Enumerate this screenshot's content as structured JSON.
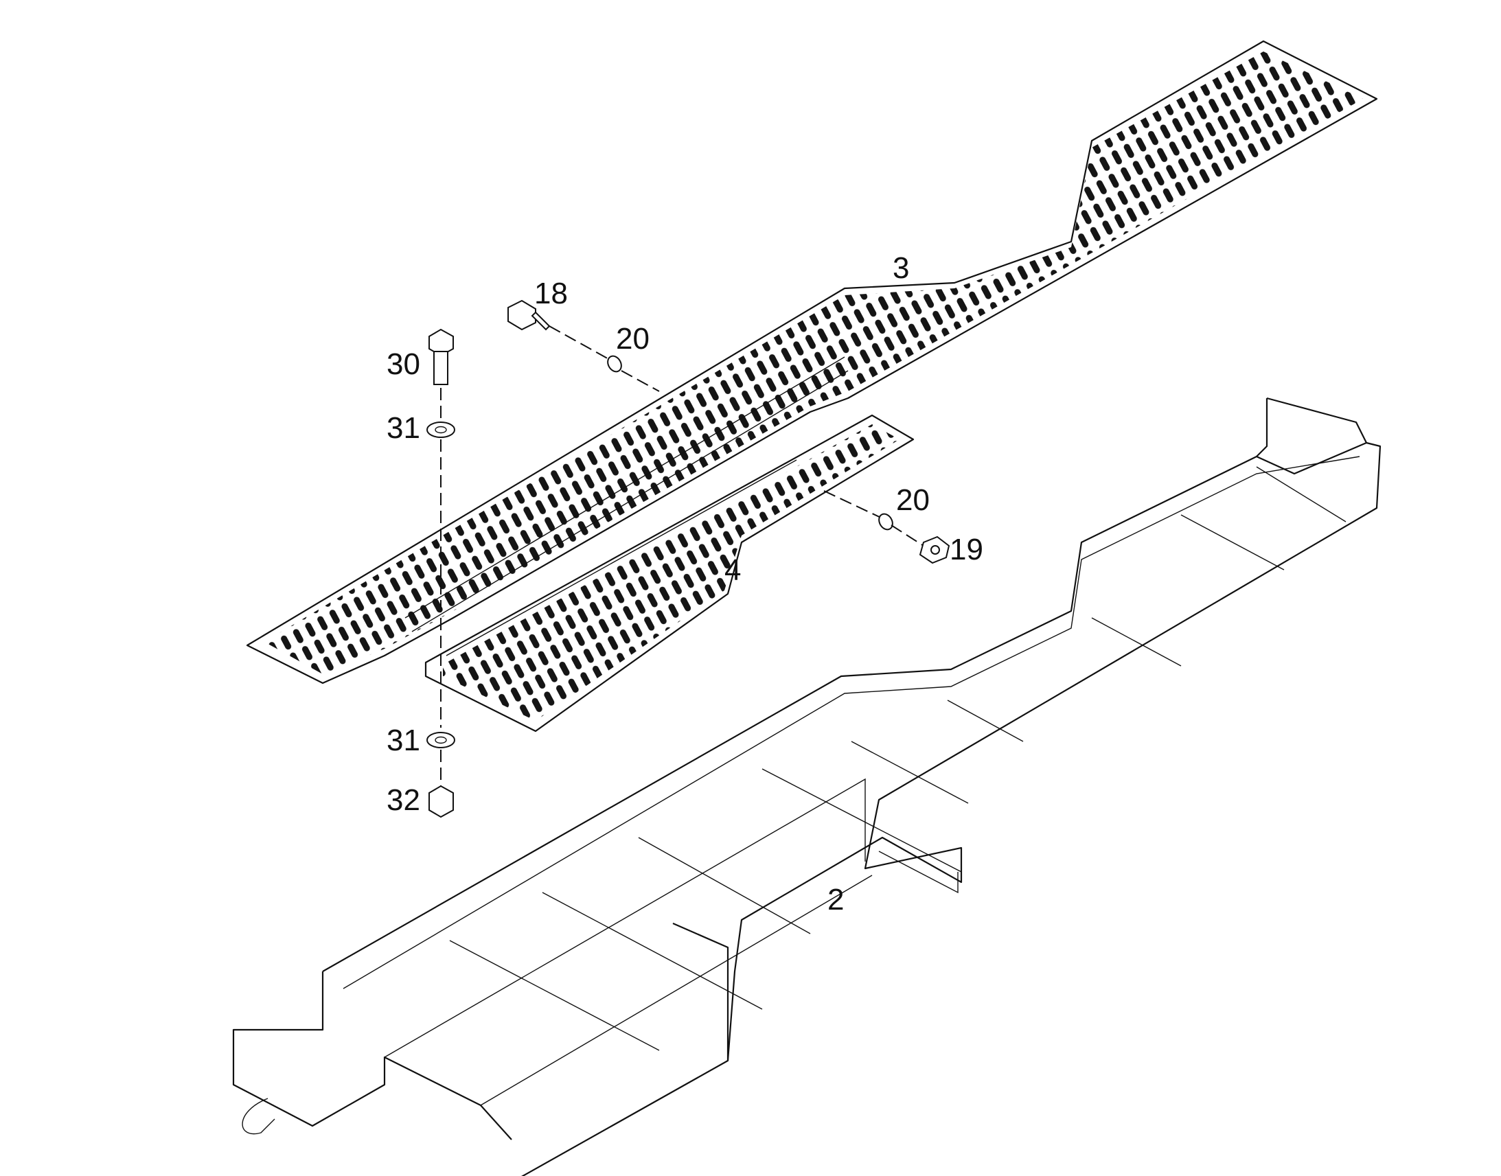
{
  "callouts": {
    "frame": "2",
    "plate_large": "3",
    "plate_small": "4",
    "bolt_hex": "18",
    "nut_19": "19",
    "washer_20_a": "20",
    "washer_20_b": "20",
    "bolt_30": "30",
    "washer_31_a": "31",
    "washer_31_b": "31",
    "nut_32": "32"
  },
  "colors": {
    "line": "#111111",
    "background": "#ffffff"
  }
}
